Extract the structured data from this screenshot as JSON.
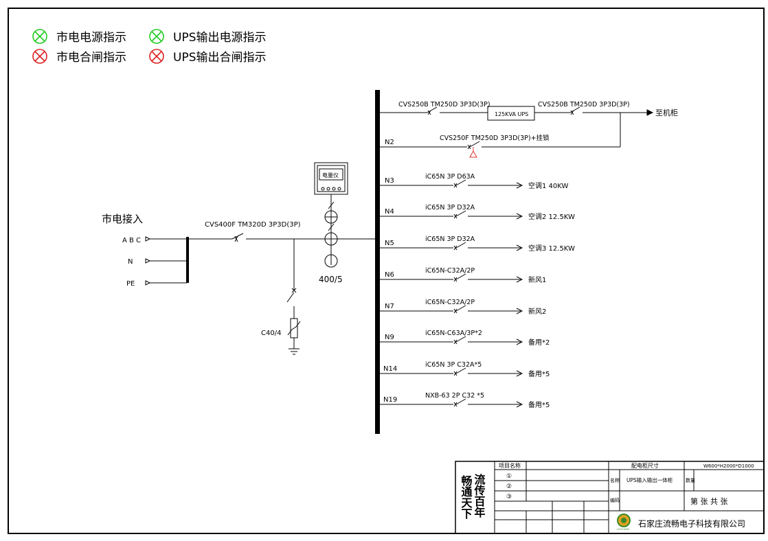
{
  "legend": {
    "items": [
      {
        "label": "市电电源指示",
        "color": "#22cc22"
      },
      {
        "label": "UPS输出电源指示",
        "color": "#22cc22"
      },
      {
        "label": "市电合闸指示",
        "color": "#dd2222"
      },
      {
        "label": "UPS输出合闸指示",
        "color": "#dd2222"
      }
    ]
  },
  "incoming": {
    "title": "市电接入",
    "phases": [
      "A B C",
      "N",
      "PE"
    ],
    "main_breaker": "CVS400F TM320D 3P3D(3P)",
    "surge_breaker": "C40/4",
    "meter_label": "电量仪",
    "ct_ratio": "400/5"
  },
  "ups_branch": {
    "input_breaker": "CVS250B TM250D 3P3D(3P)",
    "ups_label": "125KVA UPS",
    "output_breaker": "CVS250B TM250D 3P3D(3P)",
    "destination": "至机柜"
  },
  "feeders": [
    {
      "id": "N2",
      "breaker": "CVS250F TM250D 3P3D(3P)+挂锁",
      "load": ""
    },
    {
      "id": "N3",
      "breaker": "iC65N 3P D63A",
      "load": "空调1 40KW"
    },
    {
      "id": "N4",
      "breaker": "iC65N 3P D32A",
      "load": "空调2 12.5KW"
    },
    {
      "id": "N5",
      "breaker": "iC65N 3P D32A",
      "load": "空调3 12.5KW"
    },
    {
      "id": "N6",
      "breaker": "iC65N-C32A/2P",
      "load": "新风1"
    },
    {
      "id": "N7",
      "breaker": "iC65N-C32A/2P",
      "load": "新风2"
    },
    {
      "id": "N9",
      "breaker": "iC65N-C63A/3P*2",
      "load": "备用*2"
    },
    {
      "id": "N14",
      "breaker": "iC65N 3P C32A*5",
      "load": "备用*5"
    },
    {
      "id": "N19",
      "breaker": "NXB-63 2P C32 *5",
      "load": "备用*5"
    }
  ],
  "title_block": {
    "slogan": [
      "流传百年",
      "畅通天下"
    ],
    "item_header": "项目名称",
    "item_numbers": [
      "①",
      "②",
      "③"
    ],
    "cabinet_size_label": "配电柜尺寸",
    "cabinet_size_value": "W600*H2000*D1000",
    "name_label": "名称",
    "name_value": "UPS输入输出一体柜",
    "quantity_label": "数量",
    "code_label": "编码",
    "sheet_label": "第 张 共 张",
    "company": "石家庄流畅电子科技有限公司",
    "logo_text": "LIUCHANG"
  }
}
